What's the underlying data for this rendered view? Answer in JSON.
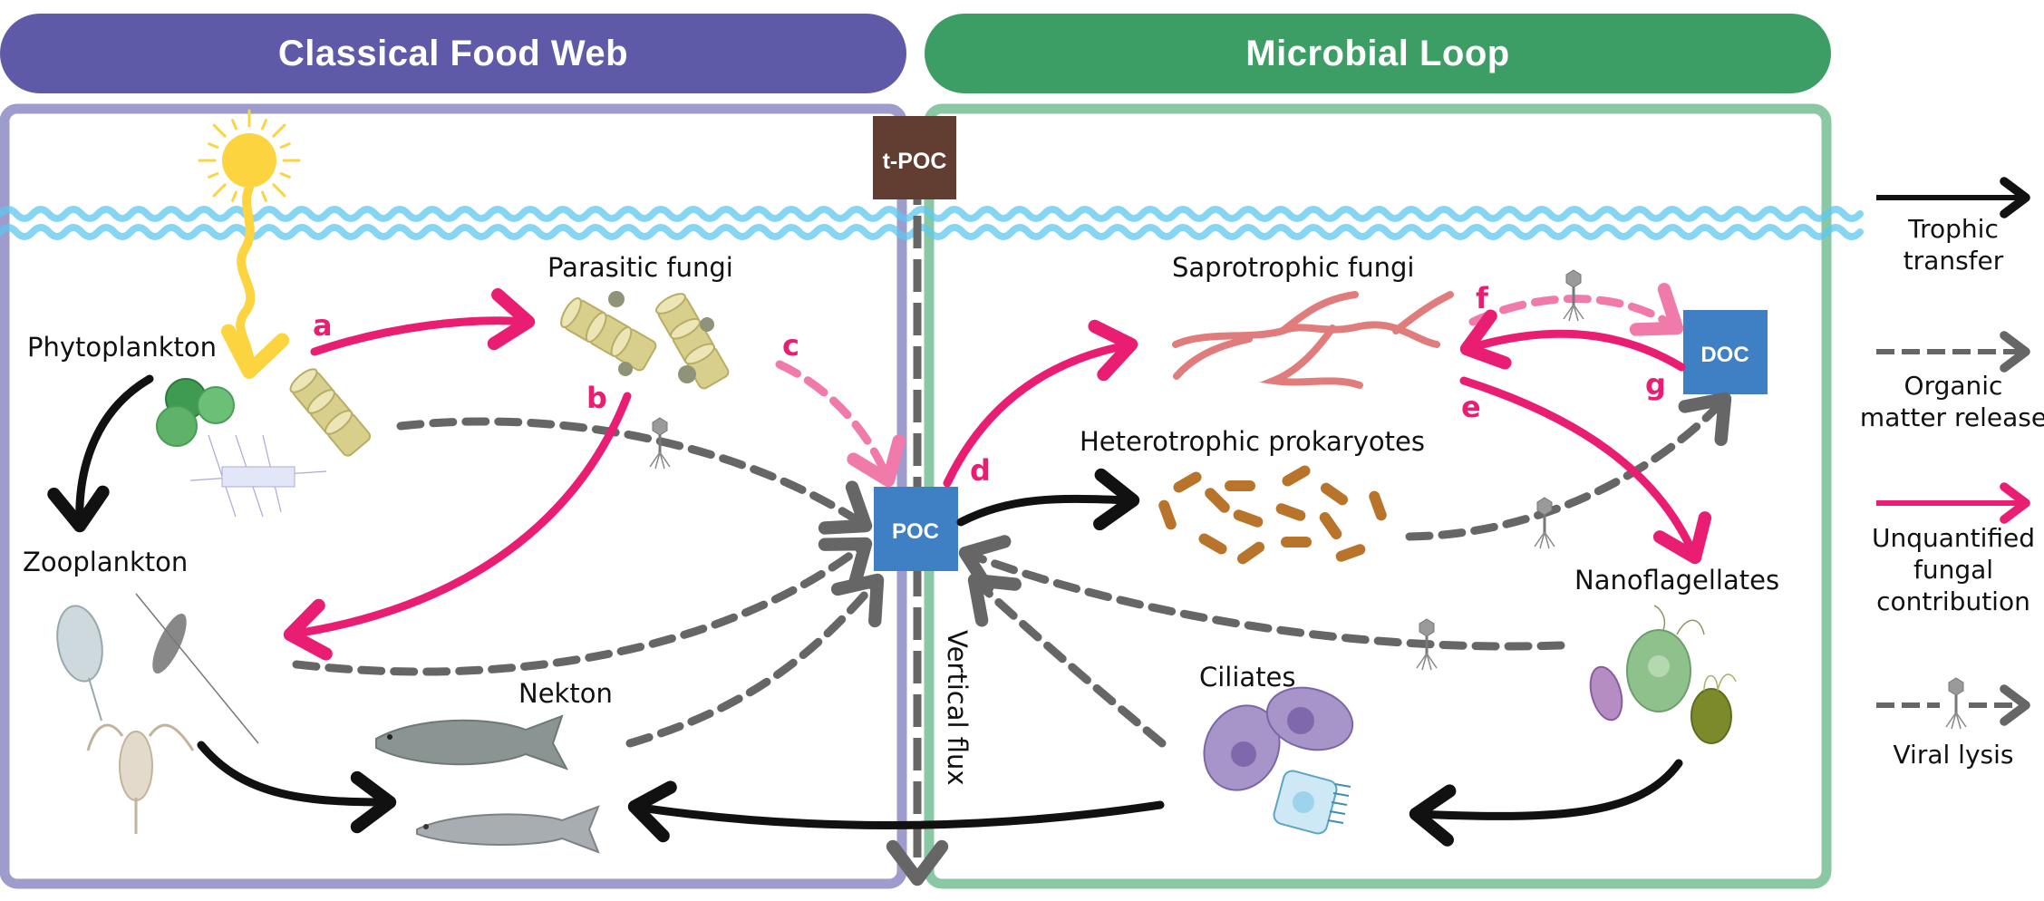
{
  "headers": {
    "left": "Classical Food Web",
    "right": "Microbial Loop"
  },
  "colors": {
    "classical": "#5e5aa8",
    "classical_border": "#9e9bcd",
    "microbial": "#3c9e65",
    "microbial_border": "#8ac8a4",
    "trophic": "#111111",
    "organic": "#666666",
    "fungal": "#e91e72",
    "fungal_dashed": "#f07aaa",
    "poc": "#3f7fc4",
    "doc": "#3f7fc4",
    "tpoc": "#623d31",
    "water": "#5ec8ee",
    "sun": "#fcd440"
  },
  "nodes": {
    "phytoplankton": "Phytoplankton",
    "zooplankton": "Zooplankton",
    "nekton": "Nekton",
    "parasitic_fungi": "Parasitic fungi",
    "saprotrophic_fungi": "Saprotrophic fungi",
    "heterotrophic_prokaryotes": "Heterotrophic prokaryotes",
    "nanoflagellates": "Nanoflagellates",
    "ciliates": "Ciliates"
  },
  "pools": {
    "tpoc": "t-POC",
    "poc": "POC",
    "doc": "DOC"
  },
  "vertical_flux": "Vertical flux",
  "pathway_letters": [
    "a",
    "b",
    "c",
    "d",
    "e",
    "f",
    "g"
  ],
  "legend": [
    {
      "type": "trophic",
      "line1": "Trophic",
      "line2": "transfer",
      "line3": ""
    },
    {
      "type": "organic",
      "line1": "Organic",
      "line2": "matter release",
      "line3": ""
    },
    {
      "type": "fungal",
      "line1": "Unquantified",
      "line2": "fungal",
      "line3": "contribution"
    },
    {
      "type": "viral",
      "line1": "Viral lysis",
      "line2": "",
      "line3": ""
    }
  ]
}
